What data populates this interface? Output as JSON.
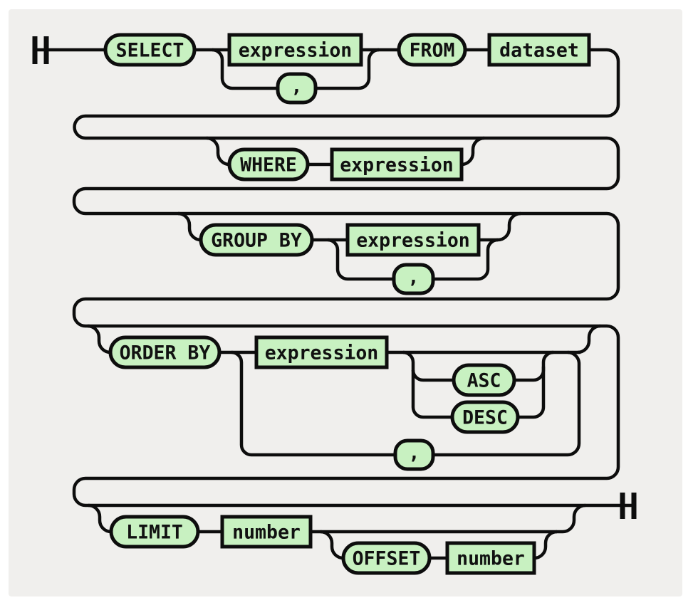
{
  "diagram": {
    "type": "railroad-syntax-diagram",
    "language": "SQL SELECT statement",
    "colors": {
      "panel": "#f0efed",
      "node_fill": "#c8f1c1",
      "line": "#0d0d0d",
      "text": "#111111"
    },
    "rows": [
      {
        "name": "select-from",
        "nodes": [
          {
            "id": "select",
            "kind": "keyword",
            "label": "SELECT"
          },
          {
            "id": "expression-1",
            "kind": "operand",
            "label": "expression"
          },
          {
            "id": "comma-1",
            "kind": "separator",
            "label": ","
          },
          {
            "id": "from",
            "kind": "keyword",
            "label": "FROM"
          },
          {
            "id": "dataset",
            "kind": "operand",
            "label": "dataset"
          }
        ]
      },
      {
        "name": "where",
        "nodes": [
          {
            "id": "where",
            "kind": "keyword",
            "label": "WHERE"
          },
          {
            "id": "expression-2",
            "kind": "operand",
            "label": "expression"
          }
        ]
      },
      {
        "name": "group-by",
        "nodes": [
          {
            "id": "group-by",
            "kind": "keyword",
            "label": "GROUP BY"
          },
          {
            "id": "expression-3",
            "kind": "operand",
            "label": "expression"
          },
          {
            "id": "comma-2",
            "kind": "separator",
            "label": ","
          }
        ]
      },
      {
        "name": "order-by",
        "nodes": [
          {
            "id": "order-by",
            "kind": "keyword",
            "label": "ORDER BY"
          },
          {
            "id": "expression-4",
            "kind": "operand",
            "label": "expression"
          },
          {
            "id": "asc",
            "kind": "keyword",
            "label": "ASC"
          },
          {
            "id": "desc",
            "kind": "keyword",
            "label": "DESC"
          },
          {
            "id": "comma-3",
            "kind": "separator",
            "label": ","
          }
        ]
      },
      {
        "name": "limit-offset",
        "nodes": [
          {
            "id": "limit",
            "kind": "keyword",
            "label": "LIMIT"
          },
          {
            "id": "number-1",
            "kind": "operand",
            "label": "number"
          },
          {
            "id": "offset",
            "kind": "keyword",
            "label": "OFFSET"
          },
          {
            "id": "number-2",
            "kind": "operand",
            "label": "number"
          }
        ]
      }
    ]
  }
}
